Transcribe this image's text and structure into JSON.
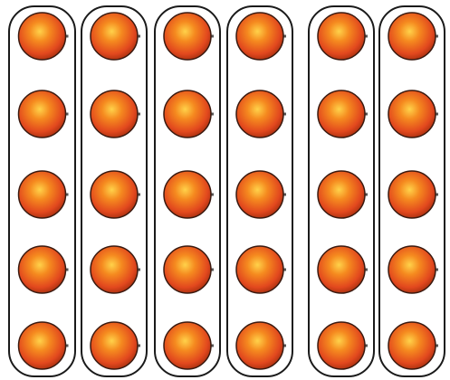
{
  "figure": {
    "description_kind": "counting-groups",
    "group_count": 6,
    "balls_per_group": 5,
    "ball_colors": {
      "highlight": "#ffd24a",
      "mid": "#f58a1f",
      "base": "#e2481e",
      "edge": "#b23412",
      "outline": "#3a1a10"
    },
    "container_stroke": "#1a1a1a",
    "background": "#ffffff"
  }
}
